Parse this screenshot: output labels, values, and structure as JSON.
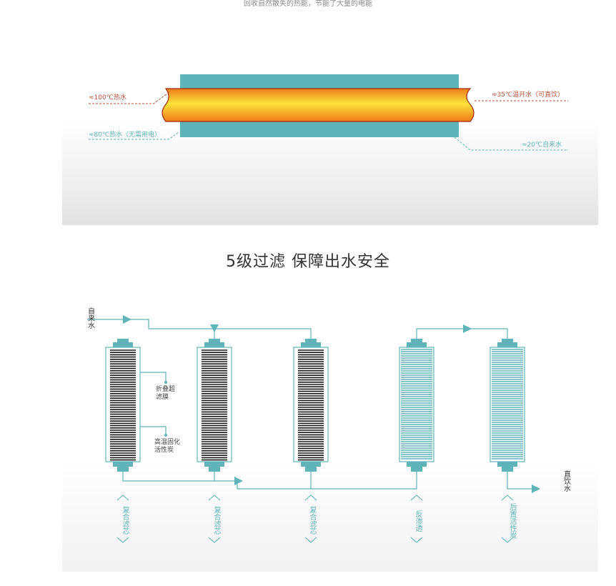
{
  "top_caption": "回收自然散失的热能，节能了大量的电能",
  "heat_exchange": {
    "label_100": "≈100℃热水",
    "label_80": "≈80℃热水（无需用电）",
    "label_35": "≈35℃温开水（可直饮）",
    "label_20": "≈20℃自来水"
  },
  "section_title": "5级过滤  保障出水安全",
  "filtration": {
    "inlet_label": "自来水",
    "outlet_label": "直饮水",
    "annotation_membrane": "折叠超滤膜",
    "annotation_carbon": "高温固化活性炭",
    "stages": [
      {
        "label": "复合滤芯"
      },
      {
        "label": "复合滤芯"
      },
      {
        "label": "复合滤芯"
      },
      {
        "label": "反渗透"
      },
      {
        "label": "后置活性炭"
      }
    ]
  },
  "colors": {
    "teal": "#5fb4b9",
    "pipe_orange": "#f07a1a",
    "pipe_yellow": "#fbe33a",
    "pipe_outline": "#9e2b12",
    "hot_line": "#b5543a"
  }
}
